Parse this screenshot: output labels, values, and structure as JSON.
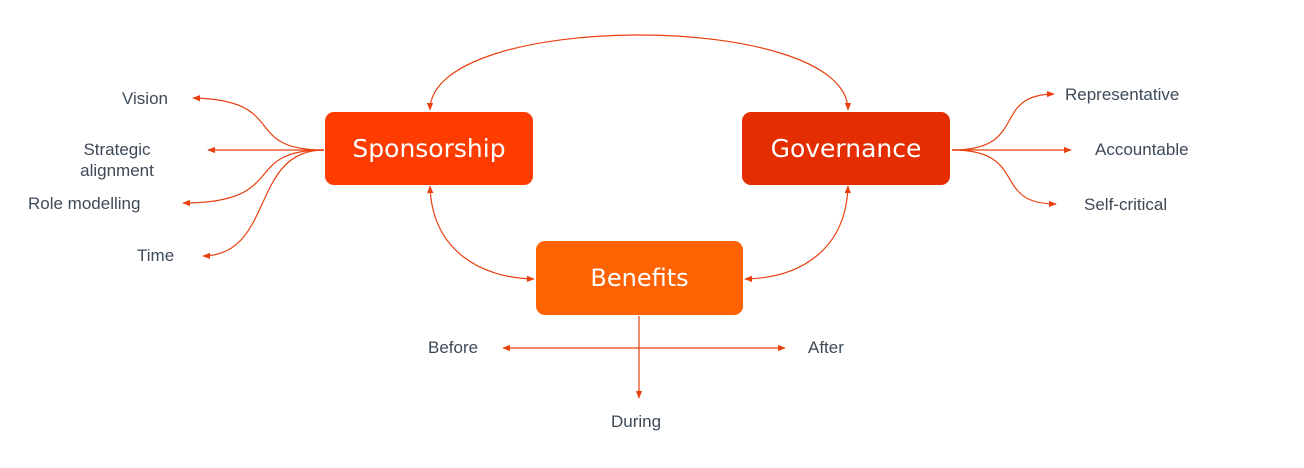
{
  "colors": {
    "arrow": "#e8400f",
    "sponsorship_box": "#ff3c00",
    "governance_box": "#e42d00",
    "benefits_box": "#ff6200",
    "label_text": "#3d4a57"
  },
  "nodes": {
    "sponsorship": "Sponsorship",
    "governance": "Governance",
    "benefits": "Benefits"
  },
  "sponsorship_attributes": {
    "vision": "Vision",
    "strategic_line1": "Strategic",
    "strategic_line2": "alignment",
    "role_modelling": "Role modelling",
    "time": "Time"
  },
  "governance_attributes": {
    "representative": "Representative",
    "accountable": "Accountable",
    "self_critical": "Self-critical"
  },
  "benefits_phases": {
    "before": "Before",
    "during": "During",
    "after": "After"
  }
}
